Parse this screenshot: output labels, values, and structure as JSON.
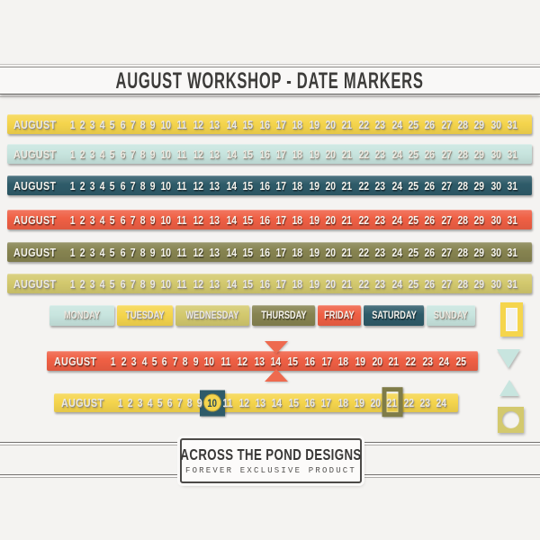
{
  "header": {
    "title": "AUGUST WORKSHOP - DATE MARKERS"
  },
  "palette": {
    "yellow": "#f5d54d",
    "aqua": "#c8e5df",
    "teal": "#2e5b69",
    "red": "#ef5f44",
    "olive": "#868350",
    "khaki": "#d3c96e",
    "marker_red": "#ee6a4f",
    "marker_olive": "#7f7c48",
    "background": "#f4f3f1"
  },
  "month_strips": [
    {
      "label": "AUGUST",
      "days": [
        1,
        2,
        3,
        4,
        5,
        6,
        7,
        8,
        9,
        10,
        11,
        12,
        13,
        14,
        15,
        16,
        17,
        18,
        19,
        20,
        21,
        22,
        23,
        24,
        25,
        26,
        27,
        28,
        29,
        30,
        31
      ],
      "color": "yellow",
      "tone": "light"
    },
    {
      "label": "AUGUST",
      "days": [
        1,
        2,
        3,
        4,
        5,
        6,
        7,
        8,
        9,
        10,
        11,
        12,
        13,
        14,
        15,
        16,
        17,
        18,
        19,
        20,
        21,
        22,
        23,
        24,
        25,
        26,
        27,
        28,
        29,
        30,
        31
      ],
      "color": "aqua",
      "tone": "light"
    },
    {
      "label": "AUGUST",
      "days": [
        1,
        2,
        3,
        4,
        5,
        6,
        7,
        8,
        9,
        10,
        11,
        12,
        13,
        14,
        15,
        16,
        17,
        18,
        19,
        20,
        21,
        22,
        23,
        24,
        25,
        26,
        27,
        28,
        29,
        30,
        31
      ],
      "color": "teal",
      "tone": "dark"
    },
    {
      "label": "AUGUST",
      "days": [
        1,
        2,
        3,
        4,
        5,
        6,
        7,
        8,
        9,
        10,
        11,
        12,
        13,
        14,
        15,
        16,
        17,
        18,
        19,
        20,
        21,
        22,
        23,
        24,
        25,
        26,
        27,
        28,
        29,
        30,
        31
      ],
      "color": "red",
      "tone": "dark"
    },
    {
      "label": "AUGUST",
      "days": [
        1,
        2,
        3,
        4,
        5,
        6,
        7,
        8,
        9,
        10,
        11,
        12,
        13,
        14,
        15,
        16,
        17,
        18,
        19,
        20,
        21,
        22,
        23,
        24,
        25,
        26,
        27,
        28,
        29,
        30,
        31
      ],
      "color": "olive",
      "tone": "dark"
    },
    {
      "label": "AUGUST",
      "days": [
        1,
        2,
        3,
        4,
        5,
        6,
        7,
        8,
        9,
        10,
        11,
        12,
        13,
        14,
        15,
        16,
        17,
        18,
        19,
        20,
        21,
        22,
        23,
        24,
        25,
        26,
        27,
        28,
        29,
        30,
        31
      ],
      "color": "khaki",
      "tone": "light"
    }
  ],
  "day_tags": [
    {
      "label": "MONDAY",
      "color": "aqua",
      "tone": "light"
    },
    {
      "label": "TUESDAY",
      "color": "yellow",
      "tone": "light"
    },
    {
      "label": "WEDNESDAY",
      "color": "khaki",
      "tone": "light"
    },
    {
      "label": "THURSDAY",
      "color": "olive",
      "tone": "dark"
    },
    {
      "label": "FRIDAY",
      "color": "red",
      "tone": "dark"
    },
    {
      "label": "SATURDAY",
      "color": "teal",
      "tone": "dark"
    },
    {
      "label": "SUNDAY",
      "color": "aqua",
      "tone": "light"
    }
  ],
  "marker_strips": [
    {
      "label": "AUGUST",
      "days": [
        1,
        2,
        3,
        4,
        5,
        6,
        7,
        8,
        9,
        10,
        11,
        12,
        13,
        14,
        15,
        16,
        17,
        18,
        19,
        20,
        21,
        22,
        23,
        24,
        25
      ],
      "color": "red",
      "tone": "dark",
      "markers": [
        {
          "type": "bowtie",
          "day": 14,
          "color": "marker_red"
        }
      ]
    },
    {
      "label": "AUGUST",
      "days": [
        1,
        2,
        3,
        4,
        5,
        6,
        7,
        8,
        9,
        10,
        11,
        12,
        13,
        14,
        15,
        16,
        17,
        18,
        19,
        20,
        21,
        22,
        23,
        24
      ],
      "color": "yellow",
      "tone": "light",
      "markers": [
        {
          "type": "circle-square",
          "day": 10,
          "color": "teal"
        },
        {
          "type": "rect-frame",
          "day": 21,
          "color": "marker_olive"
        }
      ]
    }
  ],
  "side_shapes": [
    {
      "name": "rectangle-frame",
      "color": "yellow"
    },
    {
      "name": "triangle-down",
      "color": "aqua"
    },
    {
      "name": "triangle-up",
      "color": "aqua"
    },
    {
      "name": "circle-square-frame",
      "color": "khaki"
    }
  ],
  "footer": {
    "brand": "ACROSS THE POND DESIGNS",
    "tagline": "FOREVER EXCLUSIVE PRODUCT"
  }
}
